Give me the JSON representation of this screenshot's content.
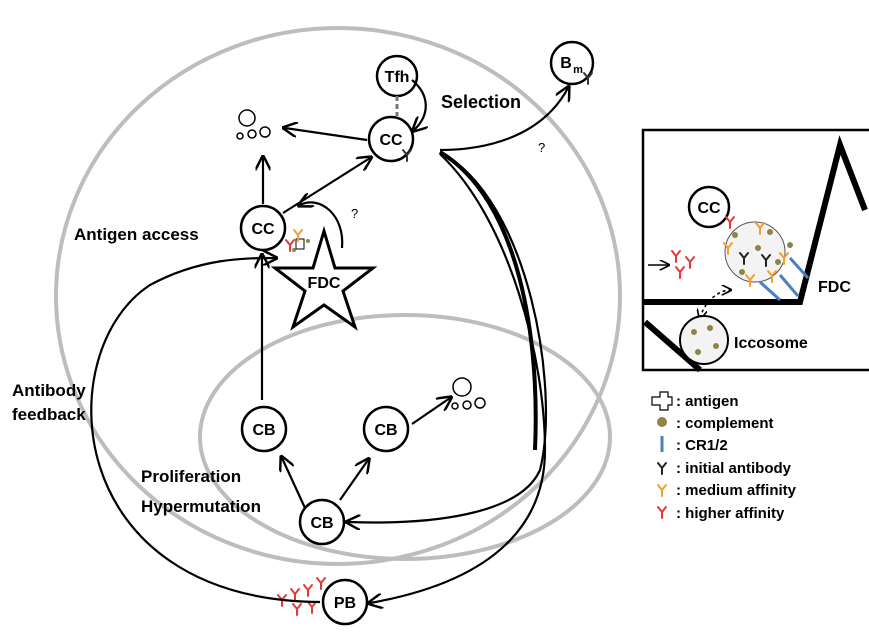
{
  "labels": {
    "antigen_access": "Antigen access",
    "antibody_feedback_1": "Antibody",
    "antibody_feedback_2": "feedback",
    "selection": "Selection",
    "proliferation": "Proliferation",
    "hypermutation": "Hypermutation",
    "question": "?"
  },
  "nodes": {
    "tfh": "Tfh",
    "cc": "CC",
    "fdc": "FDC",
    "cb": "CB",
    "pb": "PB",
    "bm_main": "B",
    "bm_sub": "m"
  },
  "inset": {
    "cc": "CC",
    "fdc": "FDC",
    "iccosome": "Iccosome"
  },
  "legend": [
    {
      "label": ": antigen",
      "icon": "antigen-icon"
    },
    {
      "label": ": complement",
      "icon": "complement-icon",
      "color": "#8f8448"
    },
    {
      "label": ": CR1/2",
      "icon": "receptor-icon",
      "color": "#4a7fc1"
    },
    {
      "label": ": initial antibody",
      "icon": "antibody-icon",
      "color": "#222222"
    },
    {
      "label": ": medium affinity",
      "icon": "antibody-icon",
      "color": "#f0a030"
    },
    {
      "label": ": higher affinity",
      "icon": "antibody-icon",
      "color": "#e23a3a"
    }
  ],
  "colors": {
    "zone_outline": "#bdbdbd",
    "arrow": "#000000",
    "initial_antibody": "#222222",
    "medium_affinity": "#f0a030",
    "higher_affinity": "#e23a3a",
    "complement": "#8f8448",
    "receptor": "#4a7fc1"
  }
}
